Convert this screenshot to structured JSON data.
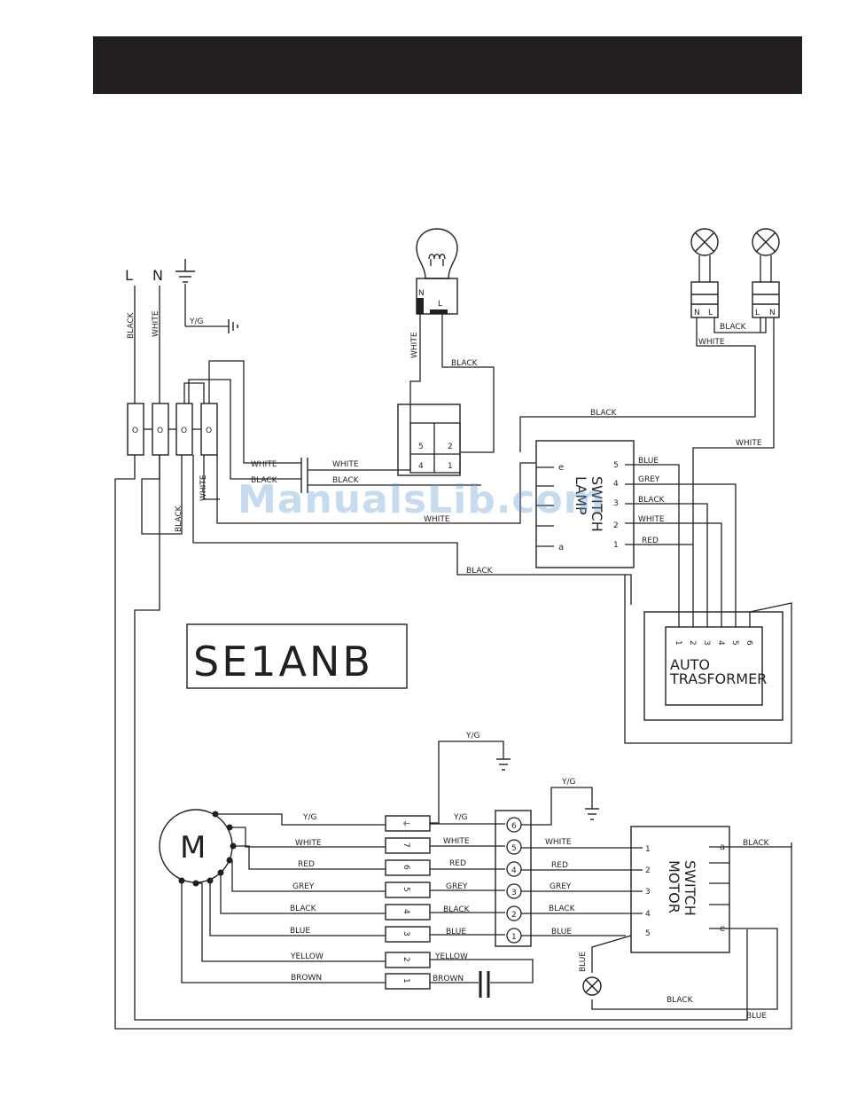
{
  "model": "SE1ANB",
  "watermark": "ManualsLib.com",
  "supply": {
    "line": "L",
    "neutral": "N",
    "earth": "Y/G"
  },
  "lamp_holder": {
    "n": "N",
    "l": "L"
  },
  "halogen_lamps": {
    "left_n": "N",
    "left_l": "L",
    "right_l": "L",
    "right_n": "N"
  },
  "lamp_switch": {
    "title_line1": "SWITCH",
    "title_line2": "LAMP",
    "a": "a",
    "e": "e",
    "pins": [
      "5",
      "4",
      "3",
      "2",
      "1"
    ]
  },
  "small_switch": {
    "pins": [
      "5",
      "2",
      "4",
      "1"
    ]
  },
  "auto_transformer": {
    "line1": "AUTO",
    "line2": "TRASFORMER",
    "pins": [
      "1",
      "2",
      "3",
      "4",
      "5",
      "6"
    ]
  },
  "motor": {
    "symbol": "M"
  },
  "motor_connector": {
    "pins": [
      "⏚",
      "7",
      "6",
      "5",
      "4",
      "3",
      "2",
      "1"
    ]
  },
  "terminal_block": {
    "pins": [
      "6",
      "5",
      "4",
      "3",
      "2",
      "1"
    ]
  },
  "motor_switch": {
    "title_line1": "SWITCH",
    "title_line2": "MOTOR",
    "a": "a",
    "e": "e",
    "pins": [
      "1",
      "2",
      "3",
      "4",
      "5"
    ]
  },
  "wires": {
    "black": "BLACK",
    "white": "WHITE",
    "yg": "Y/G",
    "blue": "BLUE",
    "grey": "GREY",
    "red": "RED",
    "yellow": "YELLOW",
    "brown": "BROWN"
  }
}
